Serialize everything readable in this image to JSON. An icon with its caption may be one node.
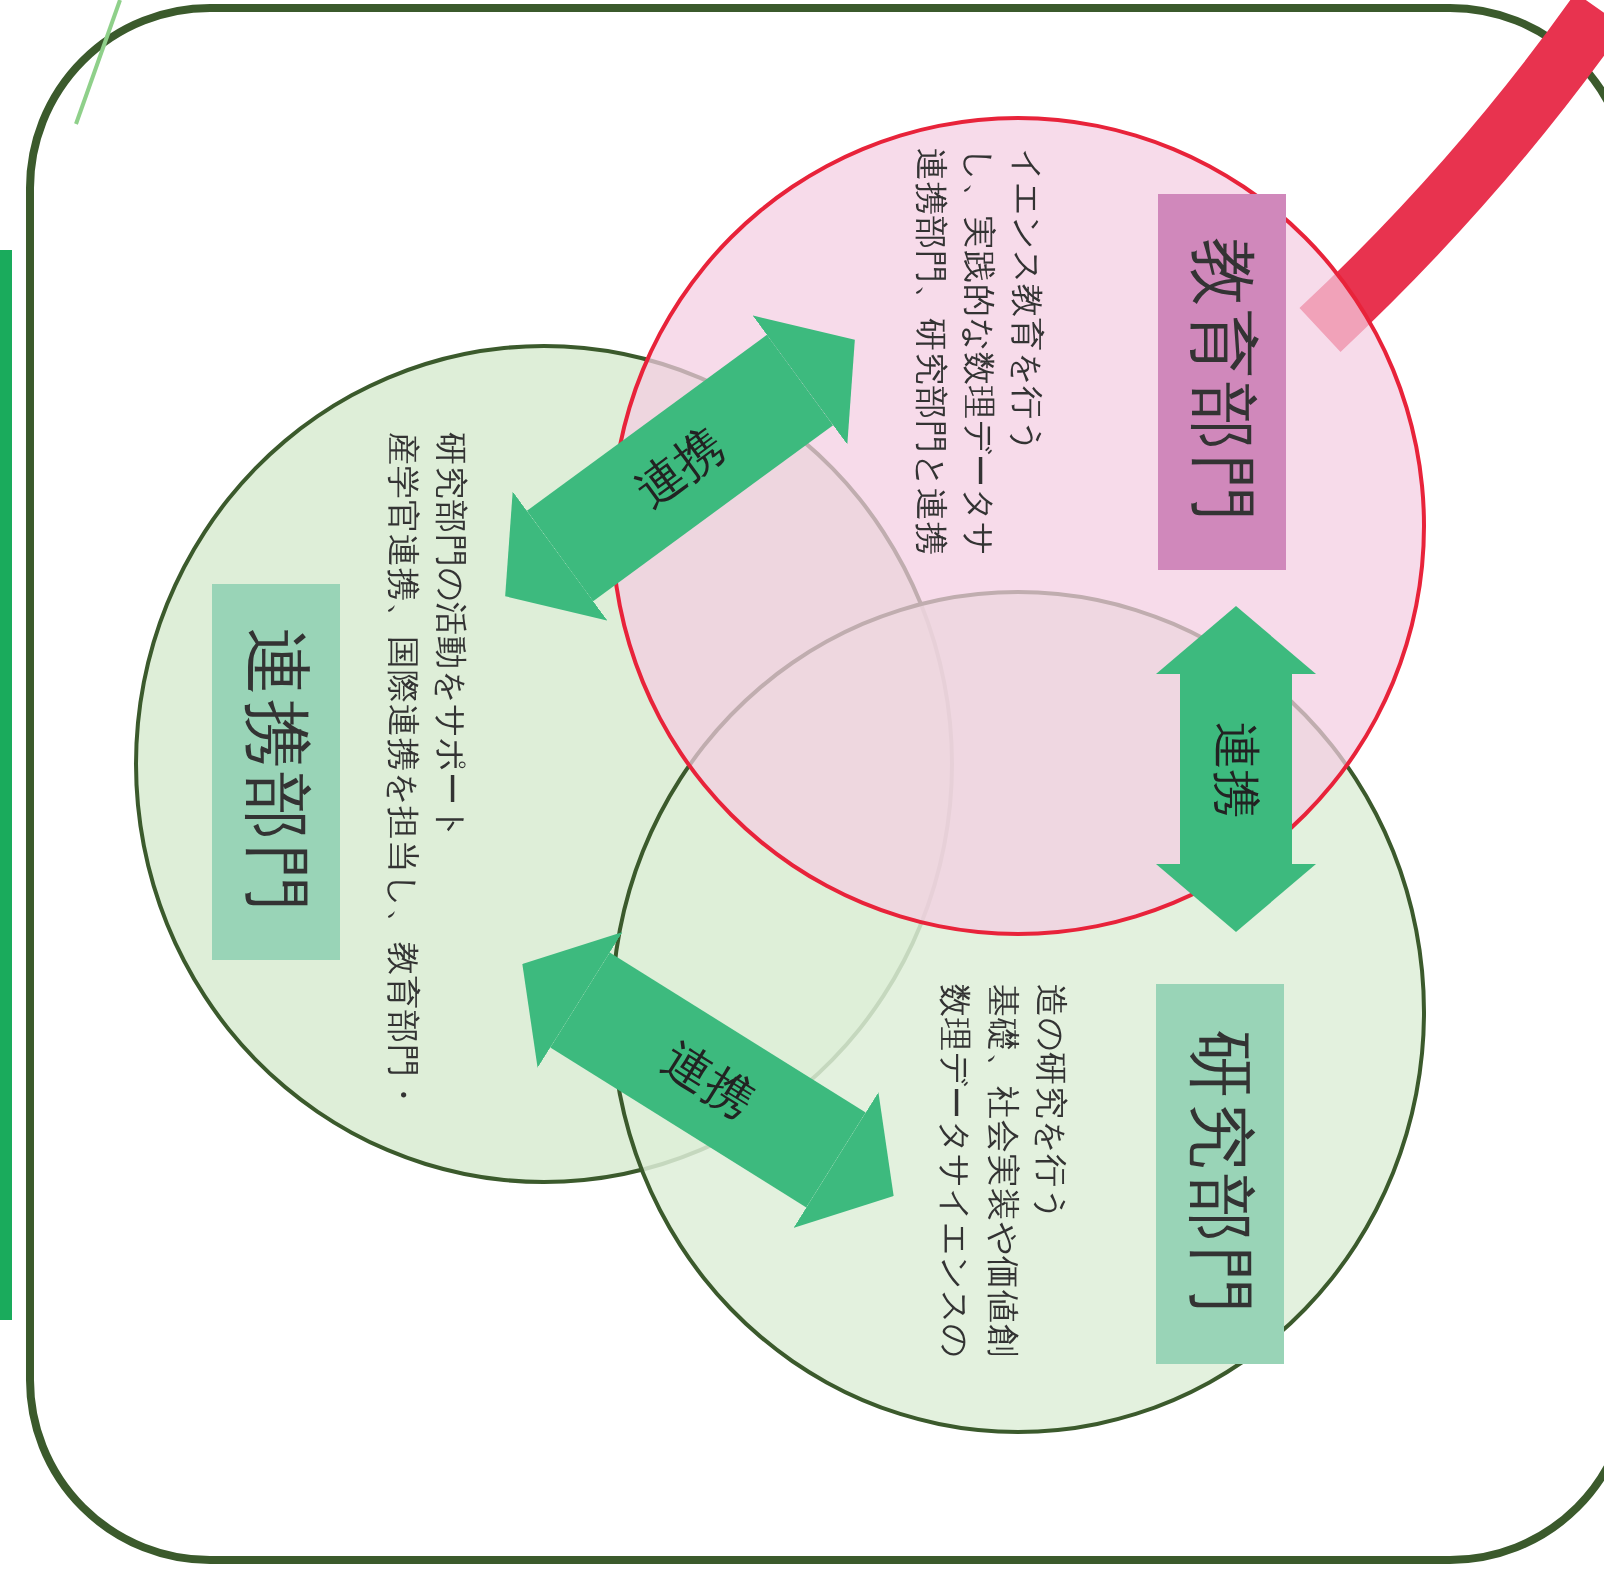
{
  "diagram": {
    "nodes": [
      {
        "text": [
          "連携部門",
          "産学官連携、国際連携を担当し、教育部門・研究部門の活動をサポート"
        ]
      },
      {
        "text": [
          "教育部門",
          "連携部門、研究部門と連携し、実践的な数理データサイエンス教育を行う"
        ]
      },
      {
        "text": [
          "研究部門",
          "数理データサイエンスの基礎、社会実装や価値創造の研究を行う"
        ]
      }
    ],
    "edges": [
      {
        "from": 0,
        "to": 1,
        "arrow": "both",
        "label": "連携"
      },
      {
        "from": 1,
        "to": 2,
        "arrow": "both",
        "label": "連携"
      },
      {
        "from": 0,
        "to": 2,
        "arrow": "both",
        "label": "連携"
      }
    ]
  }
}
